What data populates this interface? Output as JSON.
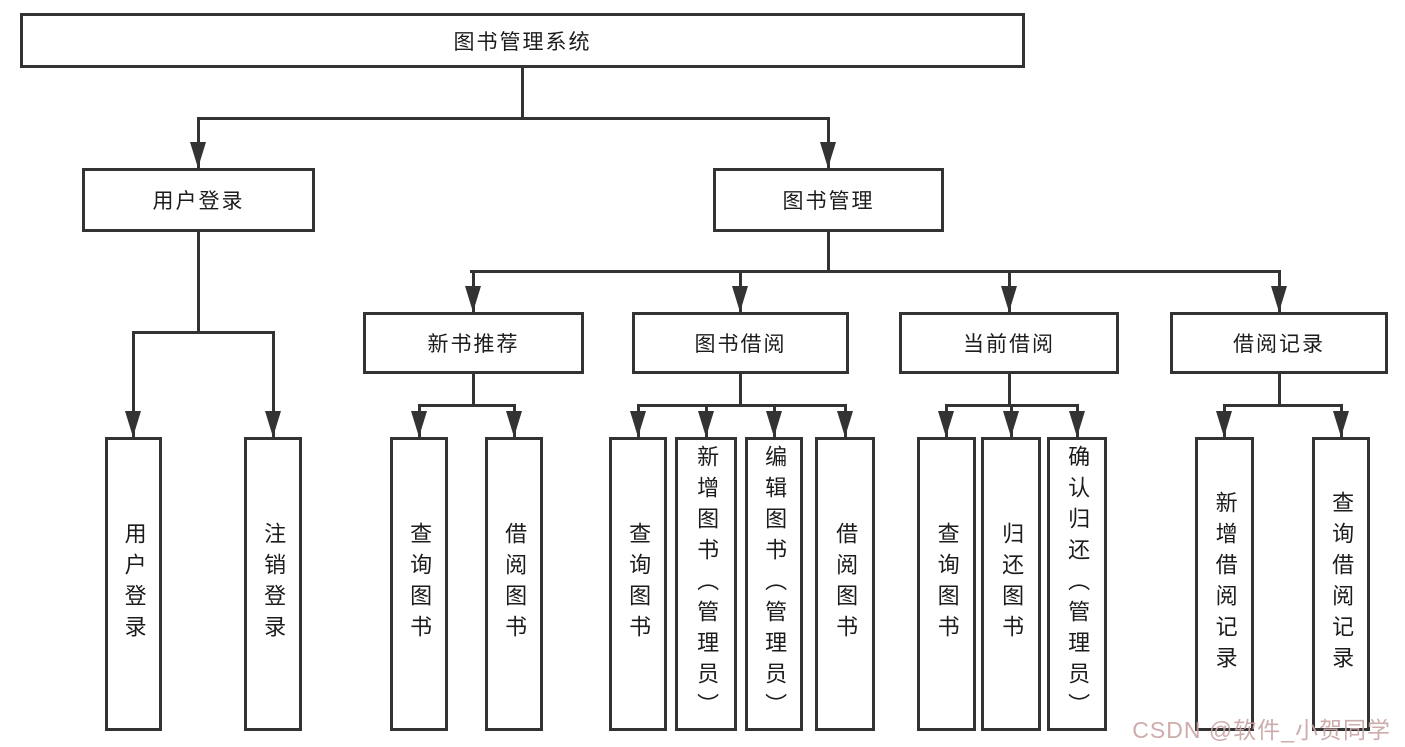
{
  "tree": {
    "label": "图书管理系统",
    "children": [
      {
        "label": "用户登录",
        "children": [
          {
            "label": "用户登录"
          },
          {
            "label": "注销登录"
          }
        ]
      },
      {
        "label": "图书管理",
        "children": [
          {
            "label": "新书推荐",
            "children": [
              {
                "label": "查询图书"
              },
              {
                "label": "借阅图书"
              }
            ]
          },
          {
            "label": "图书借阅",
            "children": [
              {
                "label": "查询图书"
              },
              {
                "label": "新增图书（管理员）"
              },
              {
                "label": "编辑图书（管理员）"
              },
              {
                "label": "借阅图书"
              }
            ]
          },
          {
            "label": "当前借阅",
            "children": [
              {
                "label": "查询图书"
              },
              {
                "label": "归还图书"
              },
              {
                "label": "确认归还（管理员）"
              }
            ]
          },
          {
            "label": "借阅记录",
            "children": [
              {
                "label": "新增借阅记录"
              },
              {
                "label": "查询借阅记录"
              }
            ]
          }
        ]
      }
    ]
  },
  "watermark": {
    "text": "CSDN @软件_小贺同学"
  },
  "colors": {
    "line": "#333333",
    "text": "#1c1c1c",
    "background": "#ffffff",
    "watermark": "#c9a4a4"
  }
}
